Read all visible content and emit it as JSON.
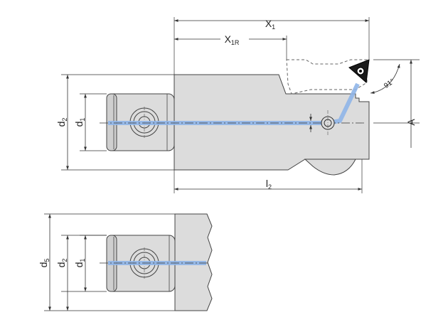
{
  "top_view": {
    "dims": {
      "x1": "X",
      "x1_sub": "1",
      "x1r": "X",
      "x1r_sub": "1R",
      "l2": "l",
      "l2_sub": "2",
      "d2": "d",
      "d2_sub": "2",
      "d1": "d",
      "d1_sub": "1",
      "a": "A",
      "angle": "91°"
    }
  },
  "bottom_view": {
    "dims": {
      "d5": "d",
      "d5_sub": "5",
      "d2": "d",
      "d2_sub": "2",
      "d1": "d",
      "d1_sub": "1"
    }
  },
  "colors": {
    "body_fill": "#dcdcdc",
    "line": "#3a3a3a",
    "coolant_channel": "#8fb5e8"
  }
}
